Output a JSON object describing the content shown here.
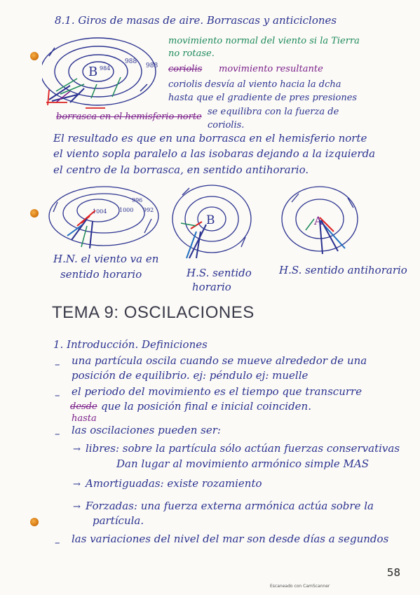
{
  "section_81": {
    "heading": "8.1. Giros de masas de aire. Borrascas y anticiclones",
    "note_green_1": "movimiento normal del viento si la Tierra",
    "note_green_2": "no rotase.",
    "note_purple_strike": "coriolis",
    "note_purple": "movimiento resultante",
    "coriolis_1": "coriolis desvía al viento hacia la dcha",
    "coriolis_2": "hasta que el gradiente de pres presiones",
    "coriolis_3": "se equilibra con la fuerza de",
    "coriolis_4": "coriolis.",
    "strike_line": "borrasca en el hemisferio norte",
    "result_1": "El resultado es que en una borrasca en el hemisferio norte",
    "result_2": "el viento sopla paralelo a las isobaras dejando a la izquierda",
    "result_3": "el centro de la borrasca, en sentido antihorario."
  },
  "diagram_top": {
    "center": "B",
    "iso_1": "984",
    "iso_2": "988",
    "iso_3": "988"
  },
  "diagrams_row": {
    "d1_labels": [
      "1004",
      "1000",
      "996",
      "992"
    ],
    "d2_center": "B",
    "d3_center": "A",
    "caption_1a": "H.N. el viento va en",
    "caption_1b": "sentido horario",
    "caption_2a": "H.S. sentido",
    "caption_2b": "horario",
    "caption_3": "H.S. sentido antihorario"
  },
  "tema": {
    "title": "TEMA 9: OSCILACIONES",
    "subtitle": "1. Introducción. Definiciones",
    "b1_1": "una partícula oscila cuando se mueve alrededor de una",
    "b1_2": "posición de equilibrio. ej: péndulo    ej: muelle",
    "b2_1": "el periodo del movimiento es el tiempo que transcurre",
    "b2_2_strike": "desde",
    "b2_2": "que la posición final e inicial coinciden.",
    "b2_3": "hasta",
    "b3": "las oscilaciones pueden ser:",
    "s1_1": "libres: sobre la partícula sólo actúan fuerzas conservativas",
    "s1_2": "Dan lugar al movimiento armónico simple MAS",
    "s2": "Amortiguadas: existe rozamiento",
    "s3_1": "Forzadas: una fuerza externa armónica actúa sobre la",
    "s3_2": "partícula.",
    "b4": "las variaciones del nivel del mar son desde días a segundos"
  },
  "page_number": "58",
  "scanner": "Escaneado con CamScanner",
  "colors": {
    "ink_blue": "#2b3290",
    "ink_green": "#1e8a5a",
    "ink_purple": "#7a1d8a",
    "ink_red": "#d22",
    "hole_orange": "#d77a12"
  }
}
